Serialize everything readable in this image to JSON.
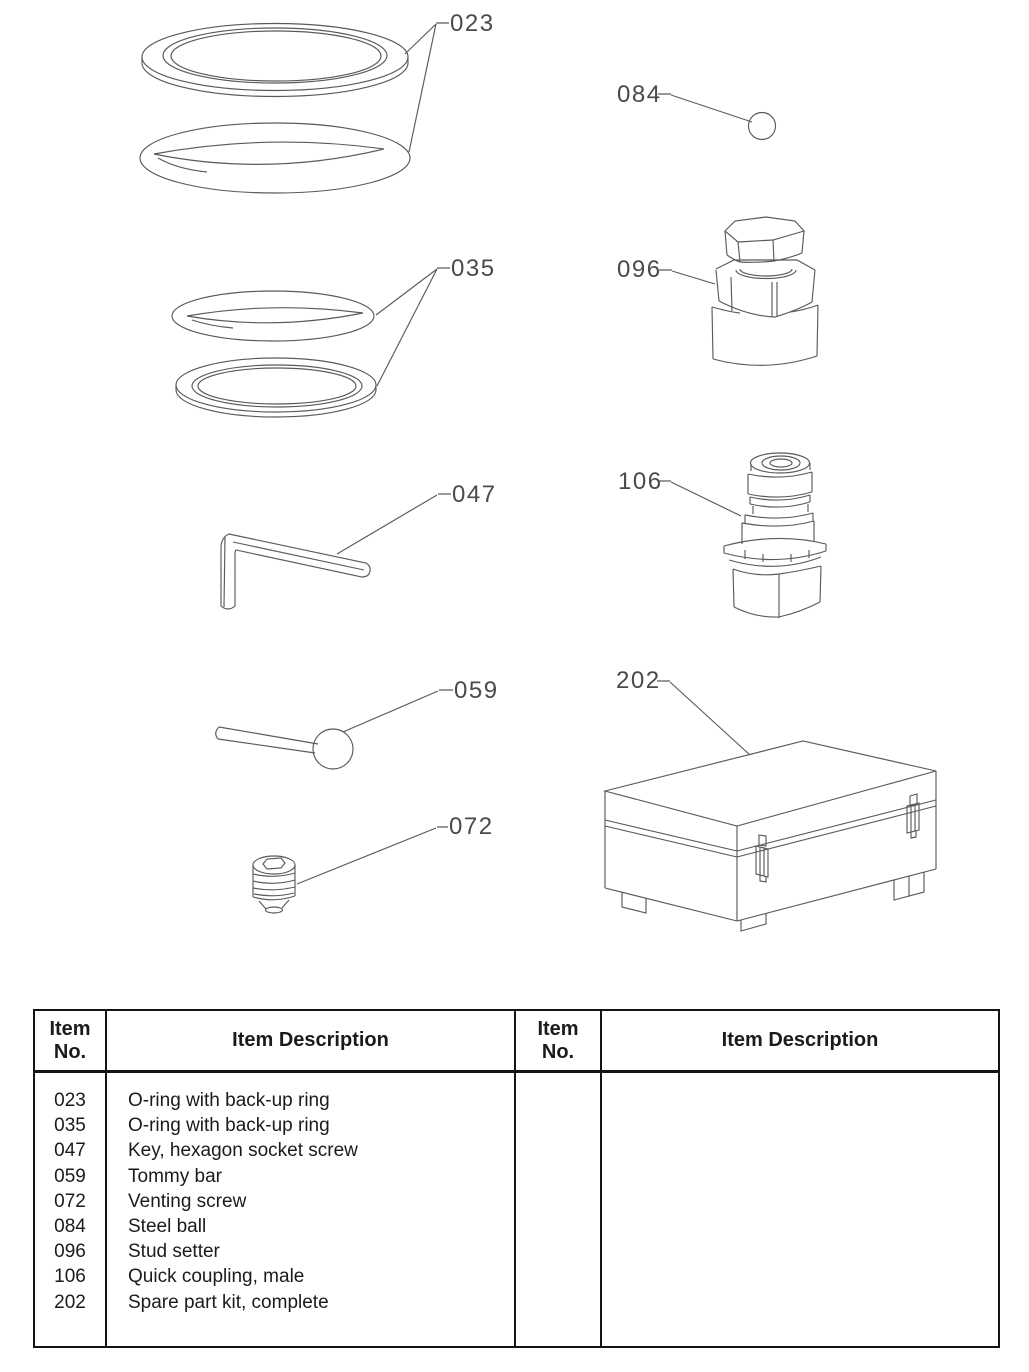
{
  "diagram": {
    "callouts": {
      "c023": "023",
      "c035": "035",
      "c047": "047",
      "c059": "059",
      "c072": "072",
      "c084": "084",
      "c096": "096",
      "c106": "106",
      "c202": "202"
    }
  },
  "table": {
    "headers": {
      "item_line1": "Item",
      "item_line2": "No.",
      "description": "Item Description"
    },
    "rows": [
      {
        "no": "023",
        "desc": "O-ring with back-up ring"
      },
      {
        "no": "035",
        "desc": "O-ring with back-up ring"
      },
      {
        "no": "047",
        "desc": "Key, hexagon socket screw"
      },
      {
        "no": "059",
        "desc": "Tommy bar"
      },
      {
        "no": "072",
        "desc": "Venting screw"
      },
      {
        "no": "084",
        "desc": "Steel ball"
      },
      {
        "no": "096",
        "desc": "Stud setter"
      },
      {
        "no": "106",
        "desc": "Quick coupling, male"
      },
      {
        "no": "202",
        "desc": "Spare part kit, complete"
      }
    ]
  },
  "colors": {
    "line": "#5a5a5a",
    "callout_text": "#4a4a4a",
    "table_border": "#141414",
    "table_text": "#1b1b1b",
    "background": "#ffffff"
  }
}
